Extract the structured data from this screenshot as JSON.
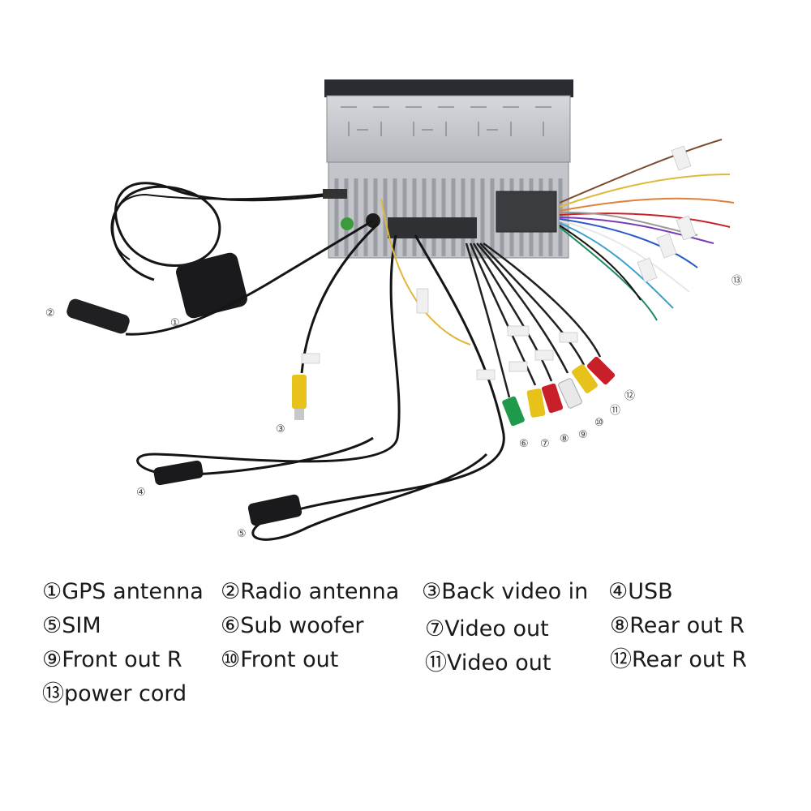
{
  "callouts": [
    {
      "id": "1",
      "glyph": "①"
    },
    {
      "id": "2",
      "glyph": "②"
    },
    {
      "id": "3",
      "glyph": "③"
    },
    {
      "id": "4",
      "glyph": "④"
    },
    {
      "id": "5",
      "glyph": "⑤"
    },
    {
      "id": "6",
      "glyph": "⑥"
    },
    {
      "id": "7",
      "glyph": "⑦"
    },
    {
      "id": "8",
      "glyph": "⑧"
    },
    {
      "id": "9",
      "glyph": "⑨"
    },
    {
      "id": "10",
      "glyph": "⑩"
    },
    {
      "id": "11",
      "glyph": "⑪"
    },
    {
      "id": "12",
      "glyph": "⑫"
    },
    {
      "id": "13",
      "glyph": "⑬"
    }
  ],
  "legend": [
    {
      "glyph": "①",
      "label": "GPS antenna"
    },
    {
      "glyph": "②",
      "label": "Radio antenna"
    },
    {
      "glyph": "③",
      "label": "Back video in"
    },
    {
      "glyph": "④",
      "label": "USB"
    },
    {
      "glyph": "⑤",
      "label": "SIM"
    },
    {
      "glyph": "⑥",
      "label": "Sub woofer"
    },
    {
      "glyph": "⑦",
      "label": "Video out"
    },
    {
      "glyph": "⑧",
      "label": "Rear out R"
    },
    {
      "glyph": "⑨",
      "label": "Front out R"
    },
    {
      "glyph": "⑩",
      "label": "Front out"
    },
    {
      "glyph": "⑪",
      "label": "Video out"
    },
    {
      "glyph": "⑫",
      "label": "Rear out R"
    },
    {
      "glyph": "⑬",
      "label": "power cord"
    }
  ],
  "colors": {
    "rca_yellow": "#e6c21a",
    "rca_red": "#c8202a",
    "rca_white": "#e8e8e8",
    "rca_green": "#1f9a4a",
    "cable_black": "#151515",
    "chassis": "#c9cbd0"
  }
}
